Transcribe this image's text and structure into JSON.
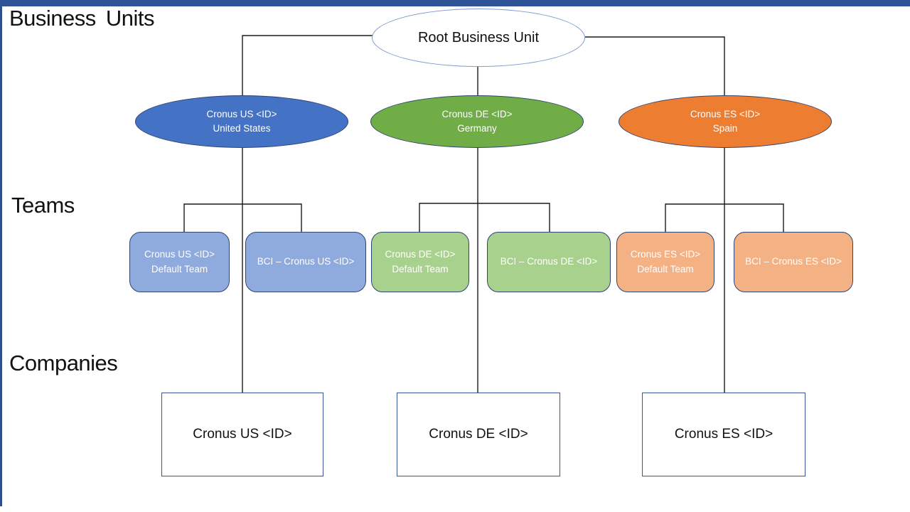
{
  "sections": {
    "business_units": {
      "title": "Business Units"
    },
    "teams": {
      "title": "Teams"
    },
    "companies": {
      "title": "Companies"
    }
  },
  "root_node": {
    "label": "Root Business Unit"
  },
  "business_units": [
    {
      "name": "Cronus US <ID>",
      "country": "United States",
      "fill": "#4472C4"
    },
    {
      "name": "Cronus DE <ID>",
      "country": "Germany",
      "fill": "#70AD47"
    },
    {
      "name": "Cronus ES <ID>",
      "country": "Spain",
      "fill": "#ED7D31"
    }
  ],
  "teams": [
    {
      "line1": "Cronus US <ID>",
      "line2": "Default Team",
      "fill": "#8FAADC"
    },
    {
      "line1": "BCI – Cronus US <ID>",
      "line2": "",
      "fill": "#8FAADC"
    },
    {
      "line1": "Cronus DE <ID>",
      "line2": "Default Team",
      "fill": "#A9D18E"
    },
    {
      "line1": "BCI – Cronus DE <ID>",
      "line2": "",
      "fill": "#A9D18E"
    },
    {
      "line1": "Cronus ES <ID>",
      "line2": "Default Team",
      "fill": "#F4B183"
    },
    {
      "line1": "BCI – Cronus ES <ID>",
      "line2": "",
      "fill": "#F4B183"
    }
  ],
  "companies": [
    {
      "label": "Cronus US <ID>"
    },
    {
      "label": "Cronus DE <ID>"
    },
    {
      "label": "Cronus ES <ID>"
    }
  ],
  "colors": {
    "band_border": "#2E4E8C",
    "bottom_bar": "#2E5396",
    "node_border_dark": "#2E4472",
    "company_border": "#3A5795",
    "root_border": "#7D9BD1",
    "connector": "#1A1A1A",
    "accent_blue": "#4472C4",
    "accent_green": "#70AD47",
    "accent_orange": "#ED7D31",
    "light_blue": "#8FAADC",
    "light_green": "#A9D18E",
    "light_orange": "#F4B183"
  }
}
